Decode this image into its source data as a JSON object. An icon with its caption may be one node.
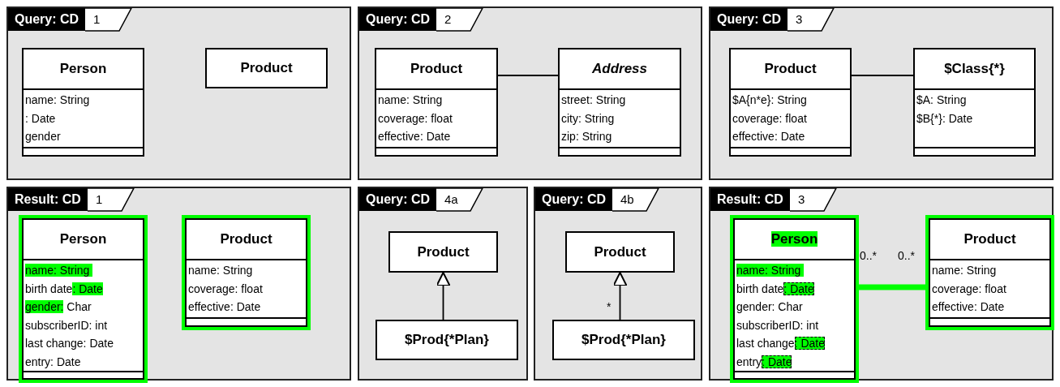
{
  "diagram": {
    "nodes": [
      {
        "text": [
          "Query: CD",
          "1"
        ]
      },
      {
        "text": [
          "Person",
          "name: String",
          ": Date",
          "gender"
        ],
        "in": 0
      },
      {
        "text": [
          "Product"
        ],
        "in": 0
      },
      {
        "text": [
          "Query: CD",
          "2"
        ]
      },
      {
        "text": [
          "Product",
          "name: String",
          "coverage: float",
          "effective: Date"
        ],
        "in": 3
      },
      {
        "text": [
          "Address",
          "street: String",
          "city: String",
          "zip: String"
        ],
        "in": 3
      },
      {
        "text": [
          "Query: CD",
          "3"
        ]
      },
      {
        "text": [
          "Product",
          "$A{n*e}: String",
          "coverage: float",
          "effective: Date"
        ],
        "in": 6
      },
      {
        "text": [
          "$Class{*}",
          "$A: String",
          "$B{*}: Date"
        ],
        "in": 6
      },
      {
        "text": [
          "Result: CD",
          "1"
        ]
      },
      {
        "text": [
          "Person",
          "name: String",
          "birth date: Date",
          "gender: Char",
          "subscriberID: int",
          "last change: Date",
          "entry: Date"
        ],
        "in": 9
      },
      {
        "text": [
          "Product",
          "name: String",
          "coverage: float",
          "effective: Date"
        ],
        "in": 9
      },
      {
        "text": [
          "Query: CD",
          "4a"
        ]
      },
      {
        "text": [
          "Product"
        ],
        "in": 12
      },
      {
        "text": [
          "$Prod{*Plan}"
        ],
        "in": 12
      },
      {
        "text": [
          "Query: CD",
          "4b"
        ]
      },
      {
        "text": [
          "Product"
        ],
        "in": 15
      },
      {
        "text": [
          "$Prod{*Plan}"
        ],
        "in": 15
      },
      {
        "text": [
          "Result: CD",
          "3"
        ]
      },
      {
        "text": [
          "Person",
          "name: String",
          "birth date: Date",
          "gender: Char",
          "subscriberID: int",
          "last change: Date",
          "entry: Date"
        ],
        "in": 18
      },
      {
        "text": [
          "Product",
          "name: String",
          "coverage: float",
          "effective: Date"
        ],
        "in": 18
      }
    ],
    "edges": [
      {
        "from": 4,
        "to": 5,
        "arrow": "none"
      },
      {
        "from": 7,
        "to": 8,
        "arrow": "none"
      },
      {
        "from": 14,
        "to": 13,
        "arrow": "to"
      },
      {
        "from": 17,
        "to": 16,
        "arrow": "to"
      },
      {
        "from": 19,
        "to": 20,
        "arrow": "none",
        "style": "thick",
        "color": "#00ff00"
      }
    ],
    "labels": [
      "*",
      "0..*",
      "0..*"
    ]
  }
}
